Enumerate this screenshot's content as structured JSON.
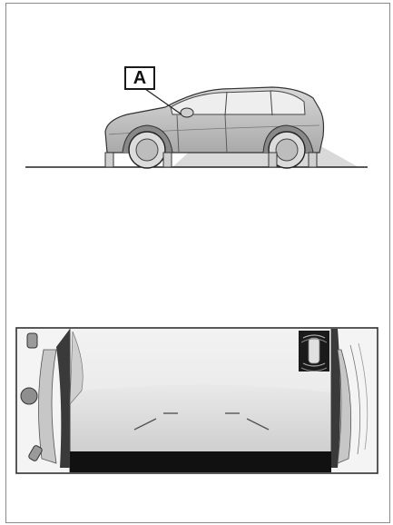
{
  "callouts": [
    {
      "label": "A"
    }
  ],
  "colors": {
    "border": "#8a8a8a",
    "vehicle_body": "#bdbdbd",
    "shadow": "#d6d6d6",
    "ground": "#222222",
    "monitor_frame": "#303030",
    "monitor_bar": "#111111"
  },
  "icons": {
    "vehicle": "suv-side-view",
    "camera_range": "camera-range-shading",
    "parking_sensor": "parking-sensor-display-icon",
    "obstacle": "cone-post-icon"
  }
}
